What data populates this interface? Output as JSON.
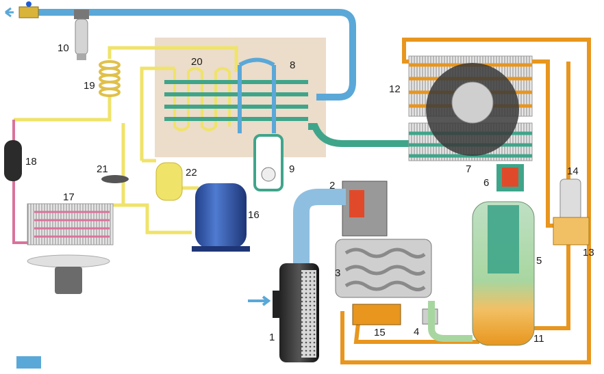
{
  "diagram": {
    "components": [
      {
        "id": "1",
        "label": "1"
      },
      {
        "id": "2",
        "label": "2"
      },
      {
        "id": "3",
        "label": "3"
      },
      {
        "id": "4",
        "label": "4"
      },
      {
        "id": "5",
        "label": "5"
      },
      {
        "id": "6",
        "label": "6"
      },
      {
        "id": "7",
        "label": "7"
      },
      {
        "id": "8",
        "label": "8"
      },
      {
        "id": "9",
        "label": "9"
      },
      {
        "id": "10",
        "label": "10"
      },
      {
        "id": "11",
        "label": "11"
      },
      {
        "id": "12",
        "label": "12"
      },
      {
        "id": "13",
        "label": "13"
      },
      {
        "id": "14",
        "label": "14"
      },
      {
        "id": "15",
        "label": "15"
      },
      {
        "id": "16",
        "label": "16"
      },
      {
        "id": "17",
        "label": "17"
      },
      {
        "id": "18",
        "label": "18"
      },
      {
        "id": "19",
        "label": "19"
      },
      {
        "id": "20",
        "label": "20"
      },
      {
        "id": "21",
        "label": "21"
      },
      {
        "id": "22",
        "label": "22"
      }
    ],
    "legend_swatch_color": "#5aa8d8",
    "colors": {
      "air_blue": "#5aa8d8",
      "air_green": "#3fa58a",
      "oil_orange": "#e8961e",
      "oil_light": "#f2c064",
      "refrigerant_yellow": "#efe36a",
      "refrigerant_pink": "#d9739b",
      "dryer_panel": "#ecdcca",
      "tank_blue": "#3b62b5"
    }
  }
}
